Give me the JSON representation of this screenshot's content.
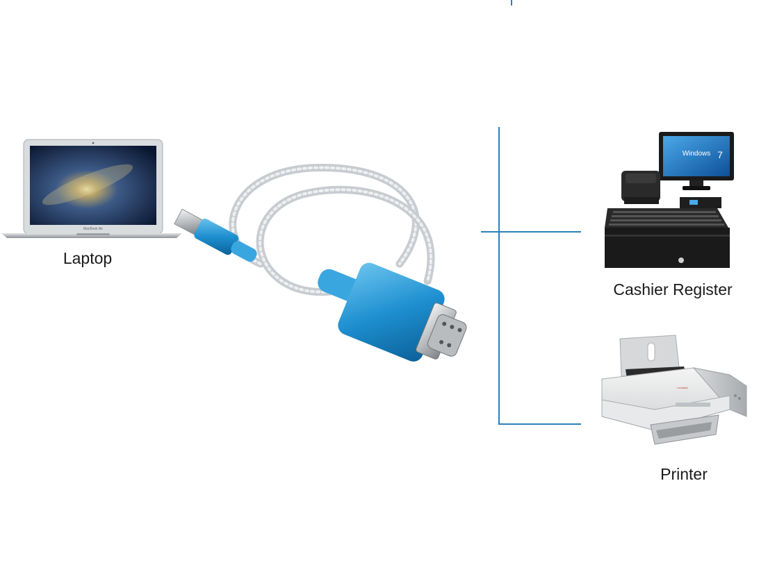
{
  "devices": {
    "laptop": {
      "label": "Laptop",
      "icon": "laptop-icon",
      "screen_brand": "MacBook Air"
    },
    "register": {
      "label": "Cashier Register",
      "icon": "cash-register-icon",
      "screen_text": "Windows",
      "screen_version": "7"
    },
    "printer": {
      "label": "Printer",
      "icon": "printer-icon",
      "brand": "Lexmark"
    }
  },
  "cable": {
    "icon": "usb-to-serial-cable-icon"
  },
  "colors": {
    "line": "#2b7fb8",
    "cable_blue": "#1e8fd0",
    "cable_silver": "#c8ccd0",
    "text": "#1a1a1a"
  }
}
